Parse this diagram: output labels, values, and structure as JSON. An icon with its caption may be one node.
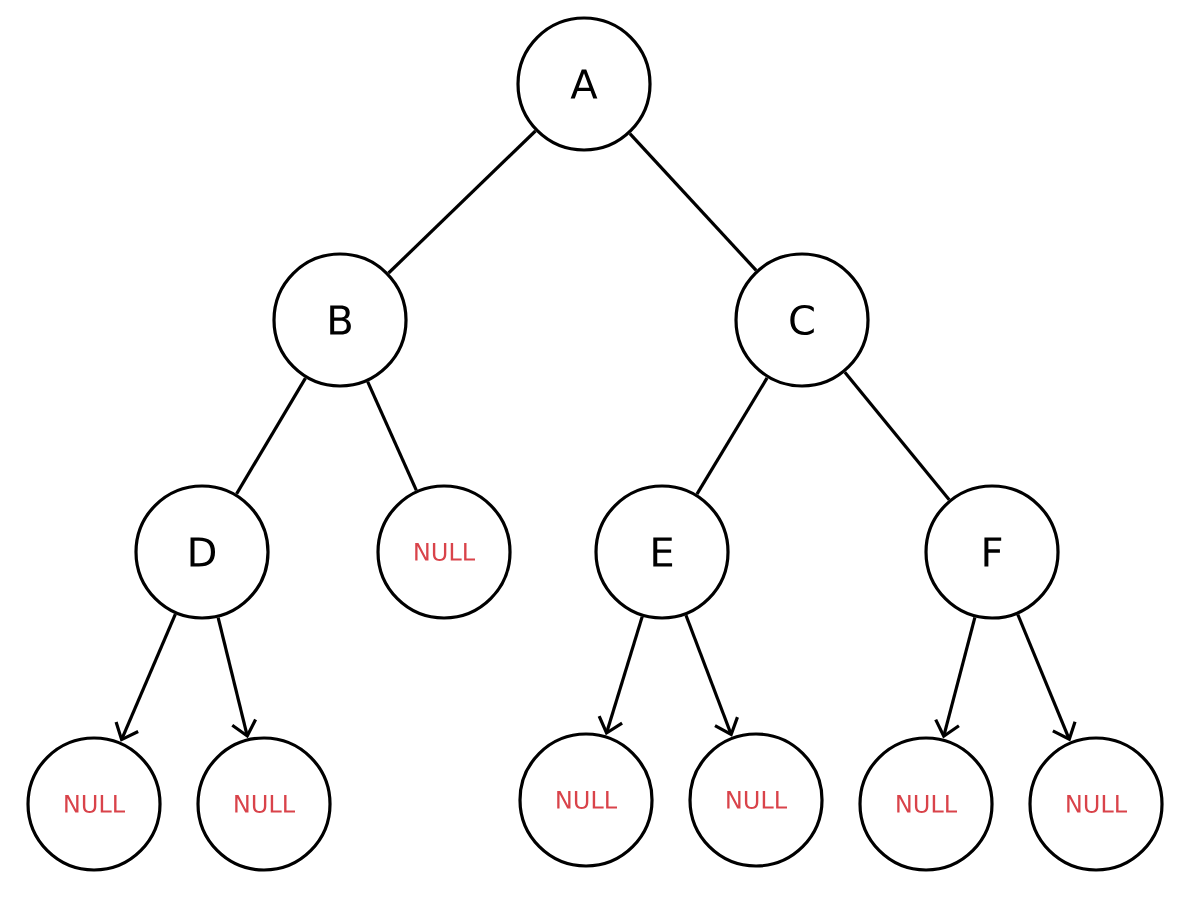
{
  "diagram": {
    "nodes": [
      {
        "text": [
          "A"
        ]
      },
      {
        "text": [
          "B"
        ]
      },
      {
        "text": [
          "C"
        ]
      },
      {
        "text": [
          "D"
        ]
      },
      {
        "text": [
          "NULL"
        ]
      },
      {
        "text": [
          "E"
        ]
      },
      {
        "text": [
          "F"
        ]
      },
      {
        "text": [
          "NULL"
        ]
      },
      {
        "text": [
          "NULL"
        ]
      },
      {
        "text": [
          "NULL"
        ]
      },
      {
        "text": [
          "NULL"
        ]
      },
      {
        "text": [
          "NULL"
        ]
      },
      {
        "text": [
          "NULL"
        ]
      }
    ],
    "edges": [
      {
        "from": 0,
        "to": 1,
        "arrow": "none"
      },
      {
        "from": 0,
        "to": 2,
        "arrow": "none"
      },
      {
        "from": 1,
        "to": 3,
        "arrow": "none"
      },
      {
        "from": 1,
        "to": 4,
        "arrow": "none"
      },
      {
        "from": 2,
        "to": 5,
        "arrow": "none"
      },
      {
        "from": 2,
        "to": 6,
        "arrow": "none"
      },
      {
        "from": 3,
        "to": 7,
        "arrow": "to"
      },
      {
        "from": 3,
        "to": 8,
        "arrow": "to"
      },
      {
        "from": 5,
        "to": 9,
        "arrow": "to"
      },
      {
        "from": 5,
        "to": 10,
        "arrow": "to"
      },
      {
        "from": 6,
        "to": 11,
        "arrow": "to"
      },
      {
        "from": 6,
        "to": 12,
        "arrow": "to"
      }
    ]
  }
}
